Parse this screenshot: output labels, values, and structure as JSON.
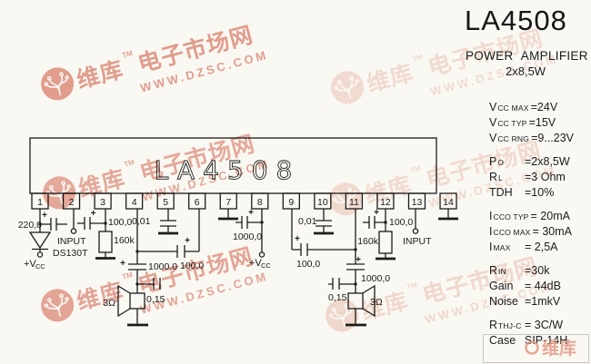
{
  "header": {
    "part_number": "LA4508",
    "subtitle": "POWER AMPLIFIER",
    "power_rating": "2x8,5W"
  },
  "ic": {
    "label": "LA4508",
    "pins": [
      "1",
      "2",
      "3",
      "4",
      "5",
      "6",
      "7",
      "8",
      "9",
      "10",
      "11",
      "12",
      "13",
      "14"
    ]
  },
  "labels": {
    "plus": "+",
    "cap_220": "220,0",
    "input_left": "INPUT",
    "diode": "DS130T",
    "vcc_main": "+V",
    "vcc_sub": "CC",
    "cap_100_pin3": "100,0",
    "res_160k_left": "160k",
    "cap_001_left": "0,01",
    "cap_100_mid_left": "100,0",
    "cap_1000_left": "1000,0",
    "cap_015_left": "0,15",
    "speaker_left": "3Ω",
    "cap_1000_pin8": "1000,0",
    "cap_100_pin9": "100,0",
    "cap_001_right": "0,01",
    "cap_1000_right": "1000,0",
    "cap_015_right": "0,15",
    "speaker_right": "3Ω",
    "res_160k_right": "160k",
    "cap_100_pin12": "100,0",
    "input_right": "INPUT"
  },
  "specs": [
    {
      "id": "vcc-max",
      "name": "V",
      "sub": "CC MAX",
      "value": "=24V",
      "group_start": false
    },
    {
      "id": "vcc-typ",
      "name": "V",
      "sub": "CC TYP",
      "value": "=15V",
      "group_start": false
    },
    {
      "id": "vcc-rng",
      "name": "V",
      "sub": "CC RNG",
      "value": "=9...23V",
      "group_start": false
    },
    {
      "id": "po",
      "name": "P",
      "sub": "O",
      "value": "=2x8,5W",
      "group_start": true
    },
    {
      "id": "rl",
      "name": "R",
      "sub": "L",
      "value": "=3 Ohm",
      "group_start": false
    },
    {
      "id": "tdh",
      "name": "TDH",
      "sub": "",
      "value": "=10%",
      "group_start": false
    },
    {
      "id": "icco-typ",
      "name": "I",
      "sub": "CCO TYP",
      "value": "= 20mA",
      "group_start": true
    },
    {
      "id": "icco-max",
      "name": "I",
      "sub": "CCO MAX",
      "value": "= 30mA",
      "group_start": false
    },
    {
      "id": "imax",
      "name": "I",
      "sub": "MAX",
      "value": "=  2,5A",
      "group_start": false
    },
    {
      "id": "rin",
      "name": "R",
      "sub": "IN",
      "value": "=30k",
      "group_start": true
    },
    {
      "id": "gain",
      "name": "Gain",
      "sub": "",
      "value": "= 44dB",
      "group_start": false
    },
    {
      "id": "noise",
      "name": "Noise",
      "sub": "",
      "value": "=1mkV",
      "group_start": false
    },
    {
      "id": "rthj-c",
      "name": "R",
      "sub": "THJ-C",
      "value": "= 3C/W",
      "group_start": true
    },
    {
      "id": "case",
      "name": "Case",
      "sub": "",
      "value": "SIP-14H",
      "group_start": false
    }
  ],
  "watermark": {
    "brand1": "维库",
    "tm": "TM",
    "brand2": "电子市场网",
    "url": "WWW.DZSC.COM",
    "corner": "维库",
    "color_strong": "#d4553b",
    "color_light": "#e59c87"
  }
}
